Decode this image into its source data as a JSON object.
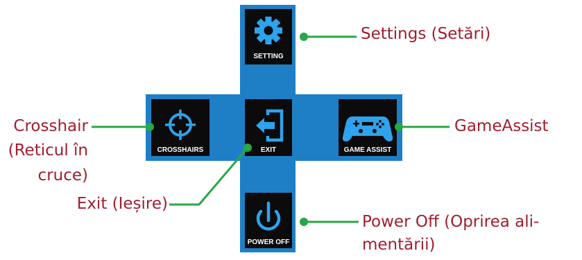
{
  "colors": {
    "frame": "#1f7fc6",
    "tile": "#0b0b0b",
    "icon": "#2ea3ee",
    "leader": "#27a844",
    "caption": "#a11e2e",
    "tile_text": "#ffffff"
  },
  "menu": {
    "setting": {
      "label": "SETTING",
      "icon": "gear-icon"
    },
    "crosshairs": {
      "label": "CROSSHAIRS",
      "icon": "crosshair-icon"
    },
    "exit": {
      "label": "EXIT",
      "icon": "exit-icon"
    },
    "game_assist": {
      "label": "GAME ASSIST",
      "icon": "gamepad-icon"
    },
    "power_off": {
      "label": "POWER OFF",
      "icon": "power-icon"
    }
  },
  "captions": {
    "settings": "Settings (Setări)",
    "game_assist": "GameAssist",
    "crosshair_1": "Crosshair",
    "crosshair_2": "(Reticul în",
    "crosshair_3": "cruce)",
    "exit": "Exit (Ieșire)",
    "power_off_1": "Power Off (Oprirea ali-",
    "power_off_2": "mentării)"
  }
}
